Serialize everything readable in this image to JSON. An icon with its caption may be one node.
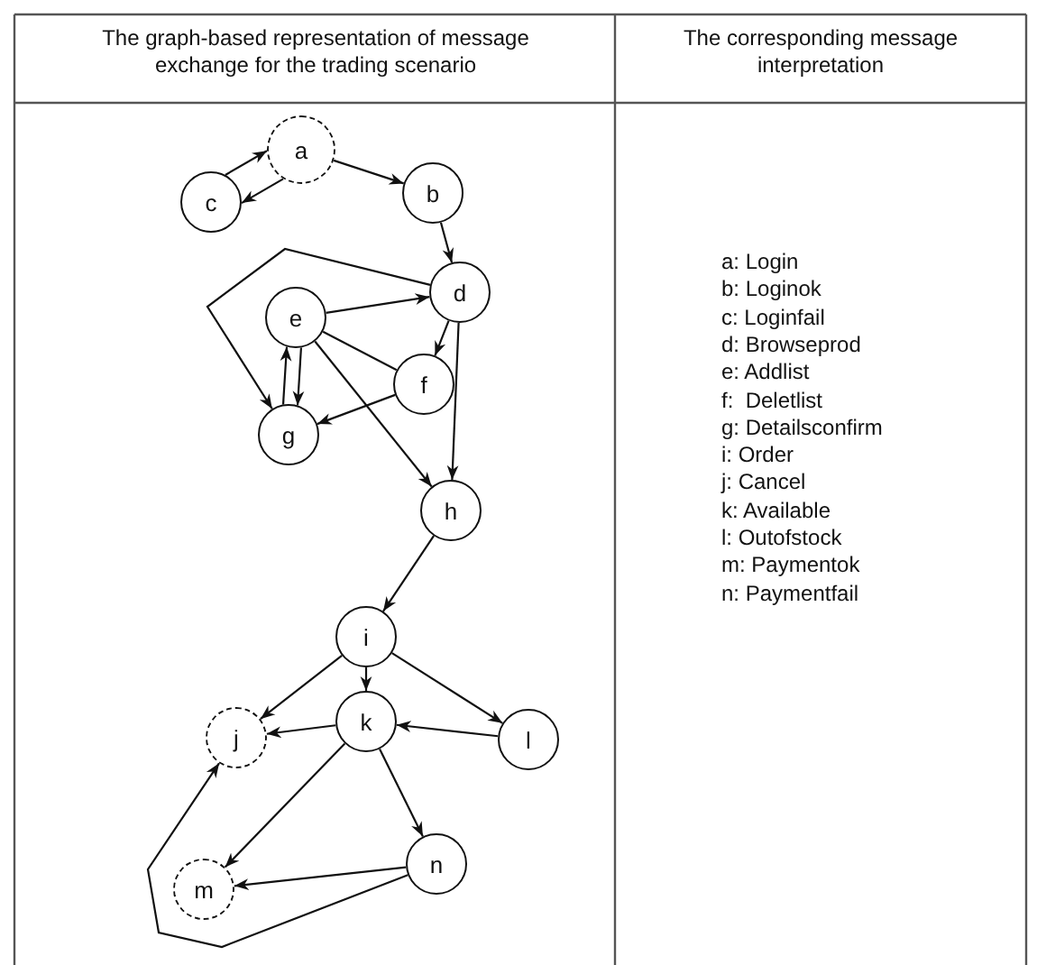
{
  "diagram": {
    "nodes": [
      {
        "text": [
          "a"
        ]
      },
      {
        "text": [
          "b"
        ]
      },
      {
        "text": [
          "c"
        ]
      },
      {
        "text": [
          "d"
        ]
      },
      {
        "text": [
          "e"
        ]
      },
      {
        "text": [
          "f"
        ]
      },
      {
        "text": [
          "g"
        ]
      },
      {
        "text": [
          "h"
        ]
      },
      {
        "text": [
          "i"
        ]
      },
      {
        "text": [
          "j"
        ]
      },
      {
        "text": [
          "k"
        ]
      },
      {
        "text": [
          "l"
        ]
      },
      {
        "text": [
          "m"
        ]
      },
      {
        "text": [
          "n"
        ]
      }
    ],
    "edges": [
      {
        "from": 0,
        "to": 2,
        "arrow": "to"
      },
      {
        "from": 2,
        "to": 0,
        "arrow": "to"
      },
      {
        "from": 0,
        "to": 1,
        "arrow": "to"
      },
      {
        "from": 1,
        "to": 3,
        "arrow": "to"
      },
      {
        "from": 3,
        "to": 6,
        "arrow": "to"
      },
      {
        "from": 4,
        "to": 3,
        "arrow": "to"
      },
      {
        "from": 3,
        "to": 5,
        "arrow": "to"
      },
      {
        "from": 3,
        "to": 7,
        "arrow": "to"
      },
      {
        "from": 4,
        "to": 6,
        "arrow": "to"
      },
      {
        "from": 6,
        "to": 4,
        "arrow": "to"
      },
      {
        "from": 4,
        "to": 5,
        "arrow": "none"
      },
      {
        "from": 5,
        "to": 6,
        "arrow": "to"
      },
      {
        "from": 4,
        "to": 7,
        "arrow": "to"
      },
      {
        "from": 7,
        "to": 8,
        "arrow": "to"
      },
      {
        "from": 8,
        "to": 9,
        "arrow": "to"
      },
      {
        "from": 8,
        "to": 10,
        "arrow": "to"
      },
      {
        "from": 8,
        "to": 11,
        "arrow": "to"
      },
      {
        "from": 10,
        "to": 9,
        "arrow": "to"
      },
      {
        "from": 11,
        "to": 10,
        "arrow": "to"
      },
      {
        "from": 10,
        "to": 12,
        "arrow": "to"
      },
      {
        "from": 10,
        "to": 13,
        "arrow": "to"
      },
      {
        "from": 13,
        "to": 12,
        "arrow": "to"
      },
      {
        "from": 13,
        "to": 9,
        "arrow": "to"
      }
    ],
    "labels": [
      "The graph-based representation of message exchange for the trading scenario",
      "The corresponding message interpretation",
      "a: Login",
      "b: Loginok",
      "c: Loginfail",
      "d: Browseprod",
      "e: Addlist",
      "f:  Deletlist",
      "g: Detailsconfirm",
      "i: Order",
      "j: Cancel",
      "k: Available",
      "l: Outofstock",
      "m: Paymentok",
      "n: Paymentfail"
    ]
  }
}
